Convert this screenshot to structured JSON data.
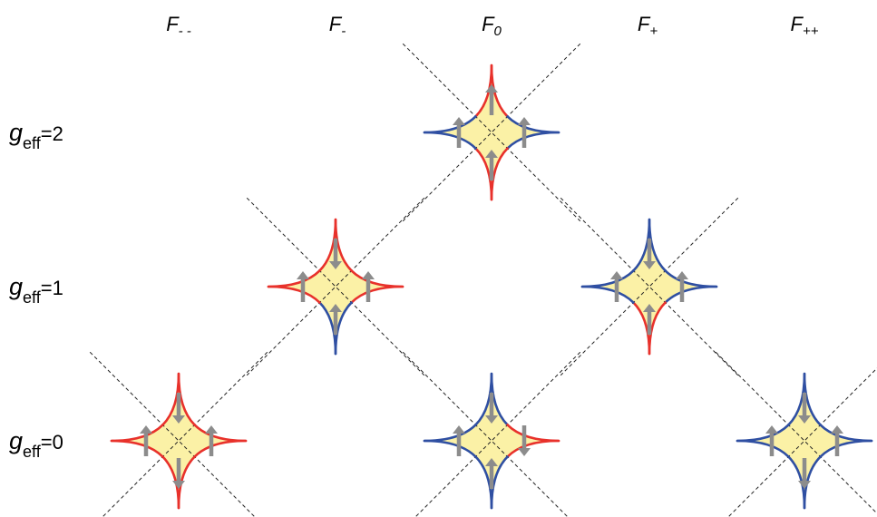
{
  "columns": [
    {
      "base": "F",
      "sub": "- -"
    },
    {
      "base": "F",
      "sub": "-"
    },
    {
      "base": "F",
      "sub": "0"
    },
    {
      "base": "F",
      "sub": "+"
    },
    {
      "base": "F",
      "sub": "++"
    }
  ],
  "rows": [
    {
      "base": "g",
      "sub": "eff",
      "eq": "=2"
    },
    {
      "base": "g",
      "sub": "eff",
      "eq": "=1"
    },
    {
      "base": "g",
      "sub": "eff",
      "eq": "=0"
    }
  ],
  "colors": {
    "fill": "#fbf1a6",
    "red_edge": "#e8312b",
    "blue_edge": "#2f4fa2",
    "arrow": "#8c8c8c",
    "dashed": "#222222"
  },
  "cells": [
    {
      "col": 2,
      "row": 0,
      "edges": {
        "N": "red",
        "E": "blue",
        "S": "red",
        "W": "blue"
      },
      "arrows": {
        "N": "up",
        "E": "up",
        "S": "up",
        "W": "up"
      }
    },
    {
      "col": 1,
      "row": 1,
      "edges": {
        "N": "red",
        "E": "red",
        "S": "blue",
        "W": "red"
      },
      "arrows": {
        "N": "down",
        "E": "up",
        "S": "up",
        "W": "up"
      }
    },
    {
      "col": 3,
      "row": 1,
      "edges": {
        "N": "blue",
        "E": "blue",
        "S": "red",
        "W": "blue"
      },
      "arrows": {
        "N": "down",
        "E": "up",
        "S": "up",
        "W": "up"
      }
    },
    {
      "col": 0,
      "row": 2,
      "edges": {
        "N": "red",
        "E": "red",
        "S": "red",
        "W": "red"
      },
      "arrows": {
        "N": "down",
        "E": "up",
        "S": "down",
        "W": "up"
      }
    },
    {
      "col": 2,
      "row": 2,
      "edges": {
        "N": "blue",
        "E": "red",
        "S": "blue",
        "W": "blue"
      },
      "arrows": {
        "N": "down",
        "E": "down",
        "S": "up",
        "W": "up"
      }
    },
    {
      "col": 4,
      "row": 2,
      "edges": {
        "N": "blue",
        "E": "blue",
        "S": "blue",
        "W": "blue"
      },
      "arrows": {
        "N": "down",
        "E": "up",
        "S": "down",
        "W": "up"
      }
    }
  ]
}
